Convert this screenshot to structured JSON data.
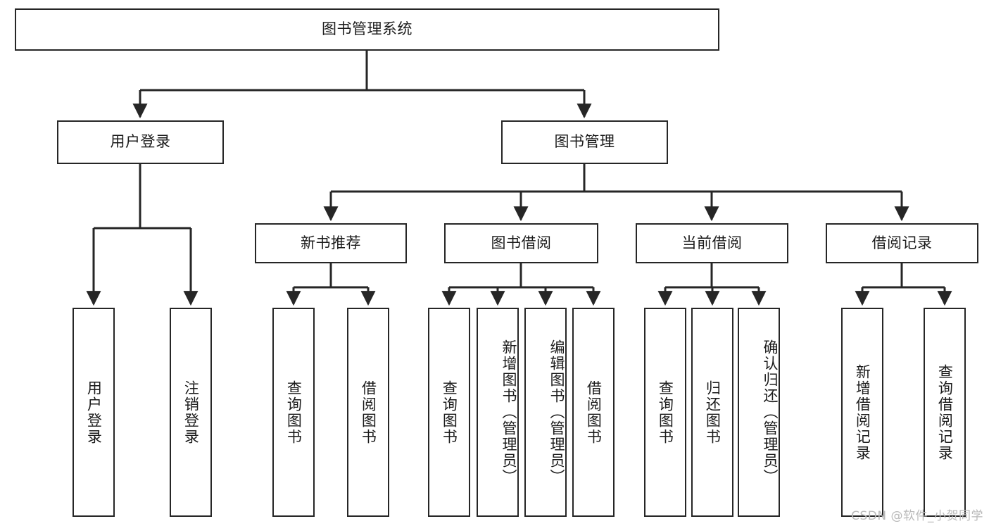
{
  "diagram": {
    "title": "图书管理系统",
    "watermark": "CSDN @软件_小贺同学",
    "root": {
      "label": "图书管理系统"
    },
    "level2": [
      {
        "id": "user-login",
        "label": "用户登录"
      },
      {
        "id": "book-management",
        "label": "图书管理"
      }
    ],
    "level3": [
      {
        "id": "new-book-recommend",
        "label": "新书推荐"
      },
      {
        "id": "book-borrow",
        "label": "图书借阅"
      },
      {
        "id": "current-borrow",
        "label": "当前借阅"
      },
      {
        "id": "borrow-record",
        "label": "借阅记录"
      }
    ],
    "leaves": [
      {
        "id": "leaf-user-login",
        "label": "用户登录",
        "parent": "user-login"
      },
      {
        "id": "leaf-logout",
        "label": "注销登录",
        "parent": "user-login"
      },
      {
        "id": "leaf-query-book-1",
        "label": "查询图书",
        "parent": "new-book-recommend"
      },
      {
        "id": "leaf-borrow-book-1",
        "label": "借阅图书",
        "parent": "new-book-recommend"
      },
      {
        "id": "leaf-query-book-2",
        "label": "查询图书",
        "parent": "book-borrow"
      },
      {
        "id": "leaf-add-book",
        "label": "新增图书（管理员）",
        "parent": "book-borrow"
      },
      {
        "id": "leaf-edit-book",
        "label": "编辑图书（管理员）",
        "parent": "book-borrow"
      },
      {
        "id": "leaf-borrow-book-2",
        "label": "借阅图书",
        "parent": "book-borrow"
      },
      {
        "id": "leaf-query-book-3",
        "label": "查询图书",
        "parent": "current-borrow"
      },
      {
        "id": "leaf-return-book",
        "label": "归还图书",
        "parent": "current-borrow"
      },
      {
        "id": "leaf-confirm-return",
        "label": "确认归还（管理员）",
        "parent": "current-borrow"
      },
      {
        "id": "leaf-add-record",
        "label": "新增借阅记录",
        "parent": "borrow-record"
      },
      {
        "id": "leaf-query-record",
        "label": "查询借阅记录",
        "parent": "borrow-record"
      }
    ],
    "colors": {
      "stroke": "#262626",
      "fill": "#ffffff",
      "text": "#1b1b1b",
      "watermark": "#b9b9b9"
    }
  }
}
